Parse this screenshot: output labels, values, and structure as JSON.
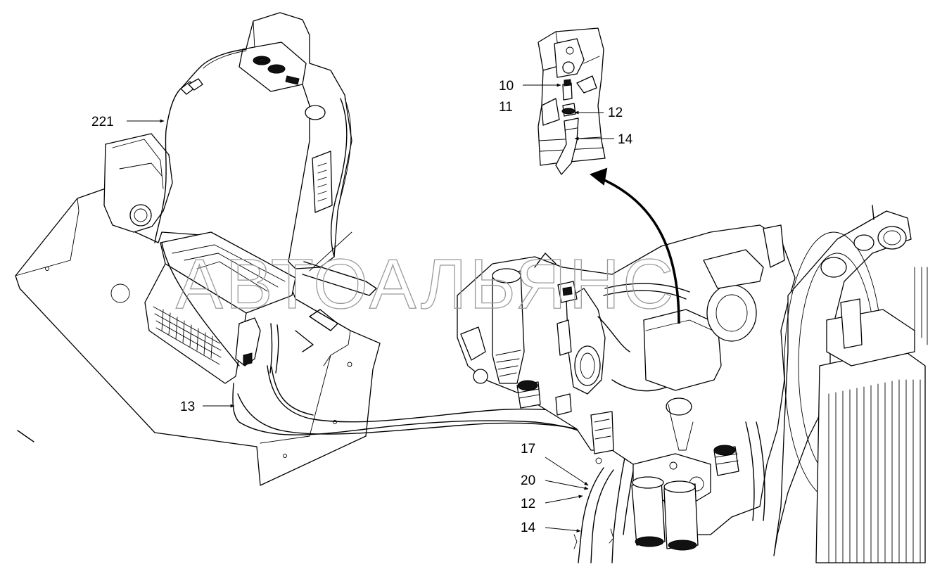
{
  "watermark": "АВТОАЛЬЯНС",
  "callouts": {
    "c221": "221",
    "c13": "13",
    "c10": "10",
    "c11": "11",
    "c12_top": "12",
    "c14_top": "14",
    "c17": "17",
    "c20": "20",
    "c12_bottom": "12",
    "c14_bottom": "14"
  }
}
